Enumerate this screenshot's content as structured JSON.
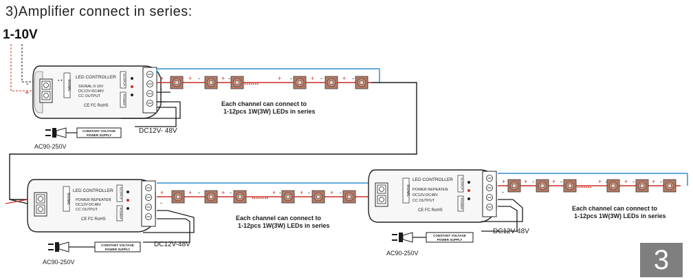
{
  "heading": "3)Amplifier connect in series:",
  "signal_label": "1-10V",
  "page_number": "3",
  "controller1": {
    "title": "LED CONTROLLER",
    "line1": "SIGNAL:0-10V",
    "line2": "DC12V-DC48V",
    "line3": "CC OUTPUT",
    "certs": "CE FC RoHS",
    "signal_tag": "SIGNAL",
    "output_tag": "OUTPUT",
    "power_tag": "POWER"
  },
  "repeater": {
    "title": "LED CONTROLLER",
    "line1": "POWER REPEATER",
    "line2": "DC12V-DC48V",
    "line3": "CC OUTPUT",
    "certs": "CE FC RoHS",
    "signal_tag": "SIGNAL",
    "output_tag": "OUTPUT",
    "power_tag": "POWER"
  },
  "psu": {
    "label1": "CONSTANT VOLTAGE",
    "label2": "POWER SUPPLY"
  },
  "dc_label": "DC12V-48V",
  "dc_label_row1": "DC12V- 48V",
  "ac_label": "AC90-250V",
  "led_note": {
    "line1": "Each channel can connect to",
    "line2": "1-12pcs 1W(3W) LEDs in series"
  },
  "polarity": {
    "plus": "+",
    "minus": "-"
  },
  "dots": "........",
  "colors": {
    "wire_red": "#cc2a1f",
    "wire_blue": "#2f8ed0",
    "wire_black": "#1a1a1a",
    "led_body": "#b57a66",
    "led_center": "#e9d4c8"
  }
}
